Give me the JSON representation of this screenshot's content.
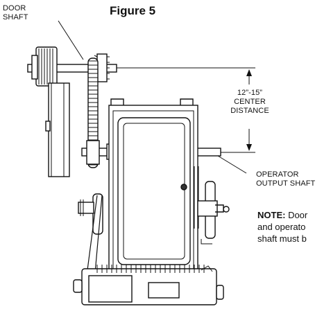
{
  "figure_title": "Figure 5",
  "labels": {
    "door_shaft_line1": "DOOR",
    "door_shaft_line2": "SHAFT",
    "center_distance_value": "12”-15”",
    "center_distance_line1": "CENTER",
    "center_distance_line2": "DISTANCE",
    "operator_output_line1": "OPERATOR",
    "operator_output_line2": "OUTPUT SHAFT"
  },
  "note": {
    "prefix": "NOTE:",
    "line1": " Door",
    "line2": "and operato",
    "line3": "shaft must b"
  }
}
